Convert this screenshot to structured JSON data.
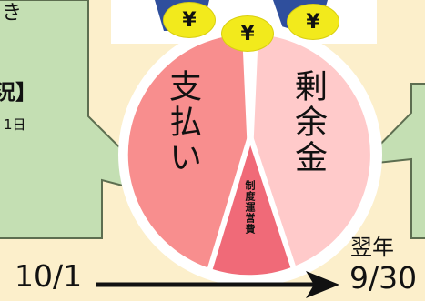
{
  "left_callout": {
    "line1": "き",
    "line2": "況】",
    "line3": "1日"
  },
  "pie": {
    "slices": [
      {
        "name": "payments",
        "label": "支払い",
        "color": "#f88e8e"
      },
      {
        "name": "surplus",
        "label": "剰余金",
        "color": "#ffcaca"
      },
      {
        "name": "operating_costs",
        "label": "制度運営費",
        "color": "#f06a78"
      }
    ]
  },
  "coins": {
    "left": "¥",
    "center": "¥",
    "right": "¥"
  },
  "timeline": {
    "start": "10/1",
    "end_label": "翌年",
    "end": "9/30"
  },
  "colors": {
    "background": "#fcefcb",
    "callout_fill": "#c4dfb3",
    "callout_stroke": "#5d6e50",
    "coin": "#f2ea1c",
    "figure_blue": "#2f4f9d"
  }
}
